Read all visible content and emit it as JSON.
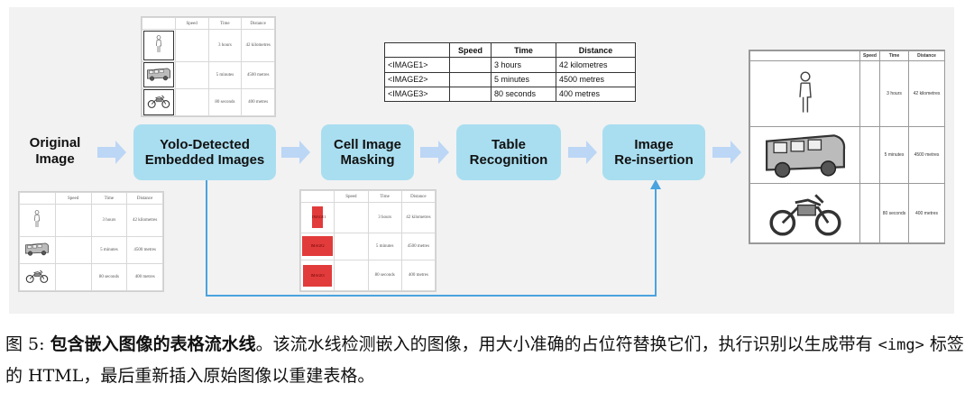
{
  "pipeline": {
    "input_label": "Original\nImage",
    "steps": [
      {
        "label": "Yolo-Detected\nEmbedded Images"
      },
      {
        "label": "Cell Image\nMasking"
      },
      {
        "label": "Table\nRecognition"
      },
      {
        "label": "Image\nRe-insertion"
      }
    ]
  },
  "table": {
    "headers": [
      "",
      "Speed",
      "Time",
      "Distance"
    ],
    "rows": [
      {
        "image_tag": "<IMAGE1>",
        "mask_label": "IMAGE1",
        "time": "3 hours",
        "distance": "42 kilometres",
        "icon": "person"
      },
      {
        "image_tag": "<IMAGE2>",
        "mask_label": "IMAGE2",
        "time": "5 minutes",
        "distance": "4500 metres",
        "icon": "bus"
      },
      {
        "image_tag": "<IMAGE3>",
        "mask_label": "IMAGE3",
        "time": "80 seconds",
        "distance": "400 metres",
        "icon": "motorcycle"
      }
    ]
  },
  "colors": {
    "step_fill": "#a9def0",
    "arrow": "#bcd6f5",
    "connector": "#4aa3df",
    "mask": "#e23b3b"
  },
  "caption": {
    "prefix": "图 5: ",
    "title": "包含嵌入图像的表格流水线",
    "text_1": "。该流水线检测嵌入的图像，用大小准确的占位符替换它们，执行识别以生成带有 ",
    "code": "<img>",
    "text_2": " 标签的 HTML，最后重新插入原始图像以重建表格。"
  }
}
